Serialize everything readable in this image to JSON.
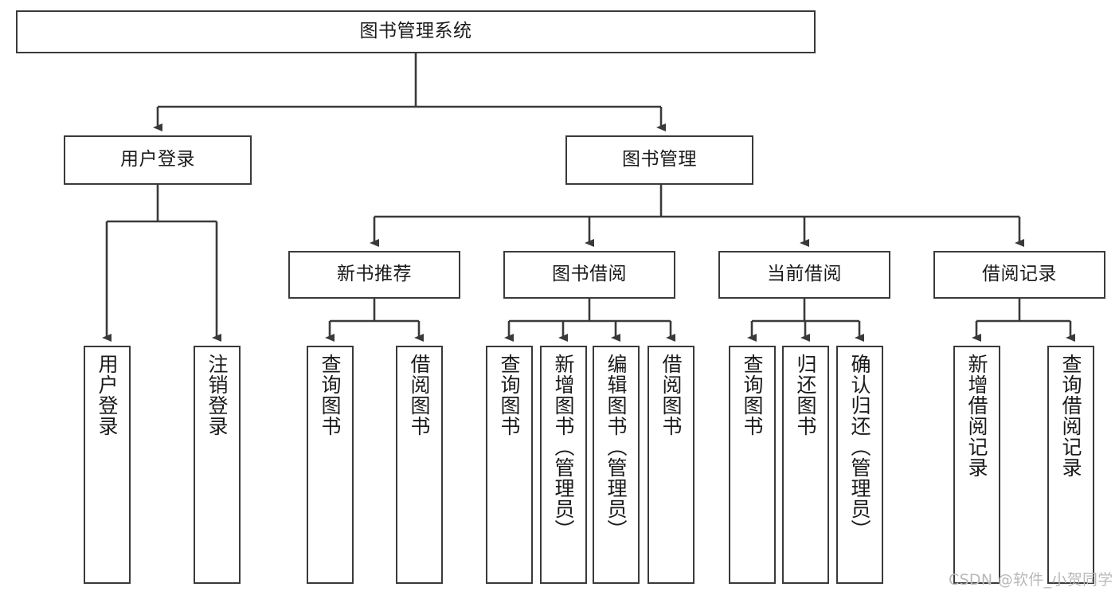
{
  "diagram": {
    "type": "tree-hierarchy-chart",
    "title": "图书管理系统",
    "line_color": "#3a3a3a",
    "box_fill": "#ffffff",
    "text_color": "#1a1a1a",
    "watermark": "CSDN @软件_小贺同学",
    "root": {
      "label": "图书管理系统",
      "orientation": "horizontal"
    },
    "level2": [
      {
        "label": "用户登录",
        "orientation": "horizontal"
      },
      {
        "label": "图书管理",
        "orientation": "horizontal"
      }
    ],
    "level3": [
      {
        "label": "新书推荐",
        "orientation": "horizontal"
      },
      {
        "label": "图书借阅",
        "orientation": "horizontal"
      },
      {
        "label": "当前借阅",
        "orientation": "horizontal"
      },
      {
        "label": "借阅记录",
        "orientation": "horizontal"
      }
    ],
    "leaves": {
      "user_login": [
        {
          "label": "用户登录",
          "orientation": "vertical"
        },
        {
          "label": "注销登录",
          "orientation": "vertical"
        }
      ],
      "new_book_recommend": [
        {
          "label": "查询图书",
          "orientation": "vertical"
        },
        {
          "label": "借阅图书",
          "orientation": "vertical"
        }
      ],
      "book_borrow": [
        {
          "label": "查询图书",
          "orientation": "vertical"
        },
        {
          "label": "新增图书（管理员）",
          "orientation": "vertical"
        },
        {
          "label": "编辑图书（管理员）",
          "orientation": "vertical"
        },
        {
          "label": "借阅图书",
          "orientation": "vertical"
        }
      ],
      "current_borrow": [
        {
          "label": "查询图书",
          "orientation": "vertical"
        },
        {
          "label": "归还图书",
          "orientation": "vertical"
        },
        {
          "label": "确认归还（管理员）",
          "orientation": "vertical"
        }
      ],
      "borrow_record": [
        {
          "label": "新增借阅记录",
          "orientation": "vertical"
        },
        {
          "label": "查询借阅记录",
          "orientation": "vertical"
        }
      ]
    }
  }
}
